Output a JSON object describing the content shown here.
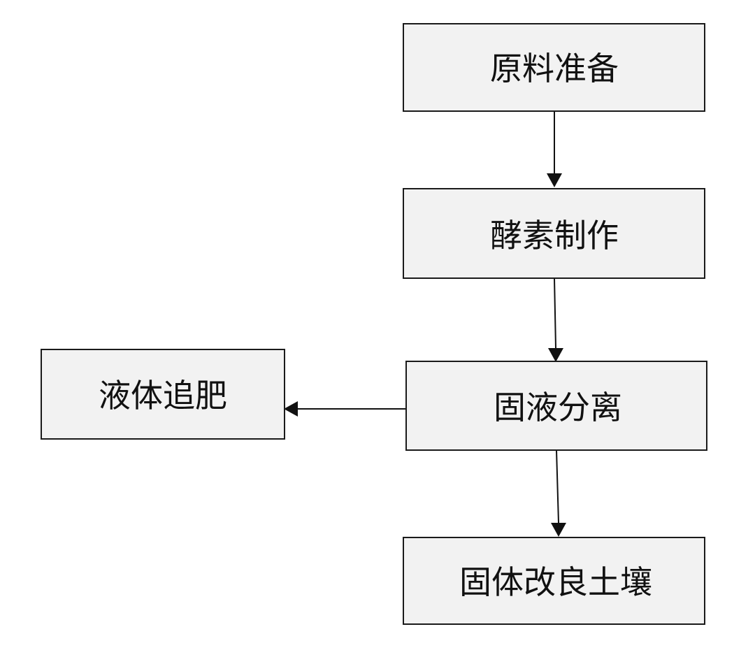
{
  "nodes": {
    "raw": {
      "label": "原料准备"
    },
    "enzyme": {
      "label": "酵素制作"
    },
    "separate": {
      "label": "固液分离"
    },
    "liquid": {
      "label": "液体追肥"
    },
    "solid": {
      "label": "固体改良土壤"
    }
  },
  "edges": [
    {
      "from": "raw",
      "to": "enzyme"
    },
    {
      "from": "enzyme",
      "to": "separate"
    },
    {
      "from": "separate",
      "to": "liquid"
    },
    {
      "from": "separate",
      "to": "solid"
    }
  ],
  "colors": {
    "box_fill": "#f2f2f2",
    "stroke": "#1a1a1a",
    "text": "#111111"
  }
}
